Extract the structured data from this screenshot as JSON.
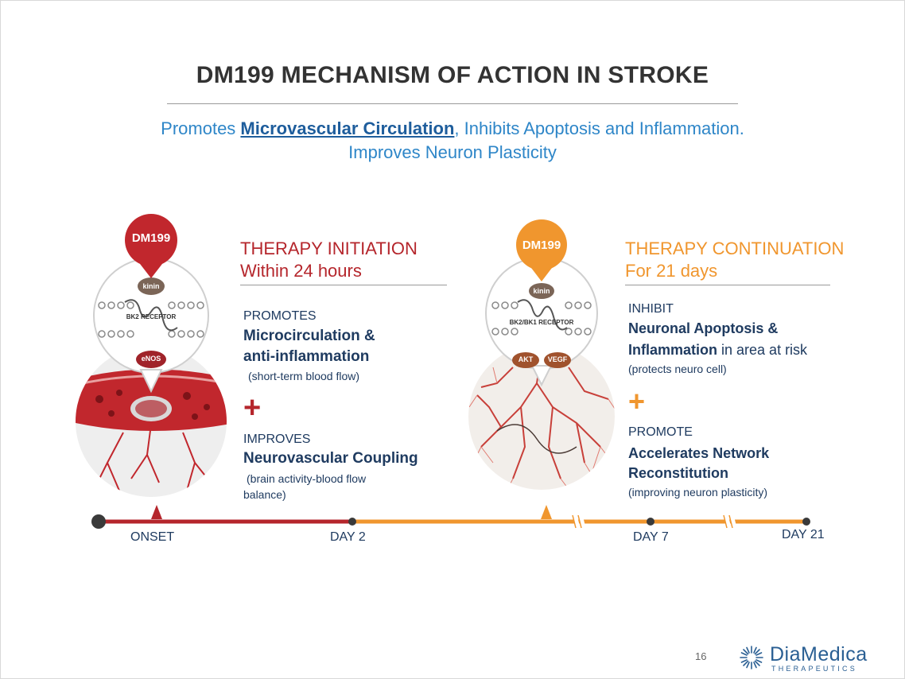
{
  "slide": {
    "title": "DM199 MECHANISM OF ACTION IN STROKE",
    "subtitle": {
      "prefix": "Promotes ",
      "emphasis": "Microvascular Circulation",
      "suffix": ", Inhibits Apoptosis and Inflammation.",
      "line2": "Improves Neuron Plasticity"
    },
    "page_number": "16"
  },
  "initiation": {
    "heading": "THERAPY INITIATION",
    "subheading": "Within 24 hours",
    "promotes_label": "PROMOTES",
    "promotes_line1": "Microcirculation &",
    "promotes_line2": "anti-inflammation",
    "promotes_note": "(short-term blood flow)",
    "plus": "+",
    "improves_label": "IMPROVES",
    "improves_text": "Neurovascular Coupling",
    "improves_note1": "(brain activity-blood flow",
    "improves_note2": "balance)"
  },
  "continuation": {
    "heading": "THERAPY CONTINUATION",
    "subheading": "For 21 days",
    "inhibit_label": "INHIBIT",
    "inhibit_line1": "Neuronal Apoptosis &",
    "inhibit_line2_bold": "Inflammation",
    "inhibit_line2_rest": " in area at risk",
    "inhibit_note": "(protects neuro cell)",
    "plus": "+",
    "promote_label": "PROMOTE",
    "promote_line1": "Accelerates Network",
    "promote_line2": "Reconstitution",
    "promote_note": "(improving neuron plasticity)"
  },
  "diagram_left": {
    "drug_label": "DM199",
    "kinin_label": "kinin",
    "receptor_label": "BK2 RECEPTOR",
    "enos_label": "eNOS",
    "color": "#c1272d"
  },
  "diagram_right": {
    "drug_label": "DM199",
    "kinin_label": "kinin",
    "receptor_label": "BK2/BK1 RECEPTOR",
    "akt_label": "AKT",
    "vegf_label": "VEGF",
    "color": "#f0962e"
  },
  "timeline": {
    "onset": "ONSET",
    "day2": "DAY 2",
    "day7": "DAY 7",
    "day21": "DAY 21",
    "color_initiation": "#b5262c",
    "color_continuation": "#f0962e"
  },
  "brand": {
    "name": "DiaMedica",
    "tagline": "THERAPEUTICS"
  }
}
